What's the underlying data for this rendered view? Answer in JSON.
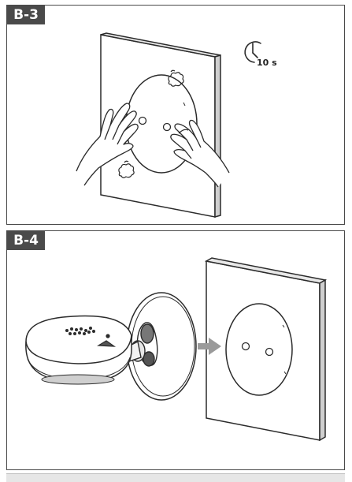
{
  "panels": [
    {
      "label": "B-3",
      "timer_label": "10 s"
    },
    {
      "label": "B-4"
    }
  ],
  "colors": {
    "line": "#2b2b2b",
    "tab_fill": "#4a4a4a",
    "wall_side": "#cfcfcf",
    "arrow": "#9a9a9a"
  }
}
